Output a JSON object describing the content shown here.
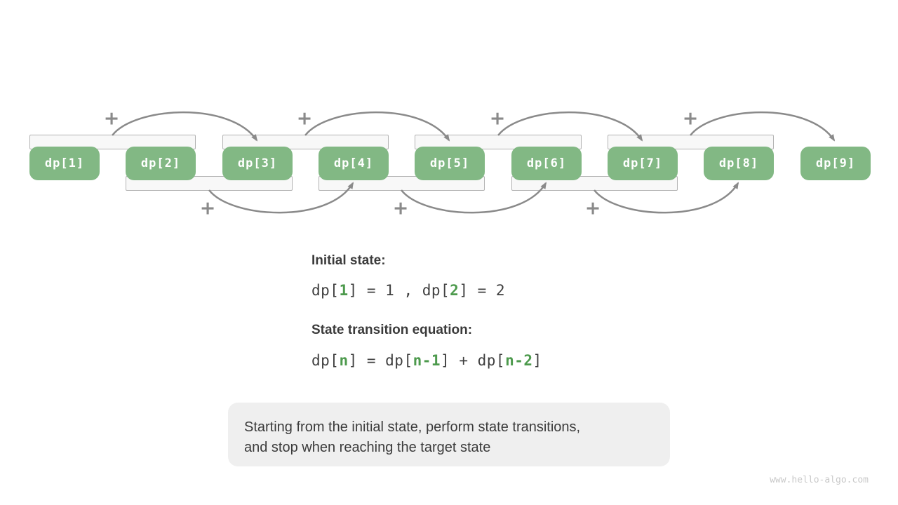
{
  "nodes": [
    {
      "label": "dp[1]"
    },
    {
      "label": "dp[2]"
    },
    {
      "label": "dp[3]"
    },
    {
      "label": "dp[4]"
    },
    {
      "label": "dp[5]"
    },
    {
      "label": "dp[6]"
    },
    {
      "label": "dp[7]"
    },
    {
      "label": "dp[8]"
    },
    {
      "label": "dp[9]"
    }
  ],
  "icons": {
    "plus": "+"
  },
  "sections": {
    "initial_state": {
      "heading": "Initial state:",
      "eq": [
        {
          "t": "dp["
        },
        {
          "t": "1"
        },
        {
          "t": "] = 1 , dp["
        },
        {
          "t": "2"
        },
        {
          "t": "] = 2"
        }
      ]
    },
    "transition": {
      "heading": "State transition equation:",
      "eq": [
        {
          "t": "dp["
        },
        {
          "t": "n"
        },
        {
          "t": "] = dp["
        },
        {
          "t": "n-1"
        },
        {
          "t": "] + dp["
        },
        {
          "t": "n-2"
        },
        {
          "t": "]"
        }
      ]
    }
  },
  "note": {
    "lines": [
      "Starting from the initial state, perform state transitions,",
      "and stop when reaching the target state"
    ]
  },
  "watermark": "www.hello-algo.com",
  "colors": {
    "node_green": "#82b884",
    "eq_green": "#4d9a4d",
    "arrow_gray": "#8a8a8a",
    "text_dark": "#3b3b3b",
    "note_bg": "#efefef",
    "watermark_gray": "#c9c9c9"
  }
}
